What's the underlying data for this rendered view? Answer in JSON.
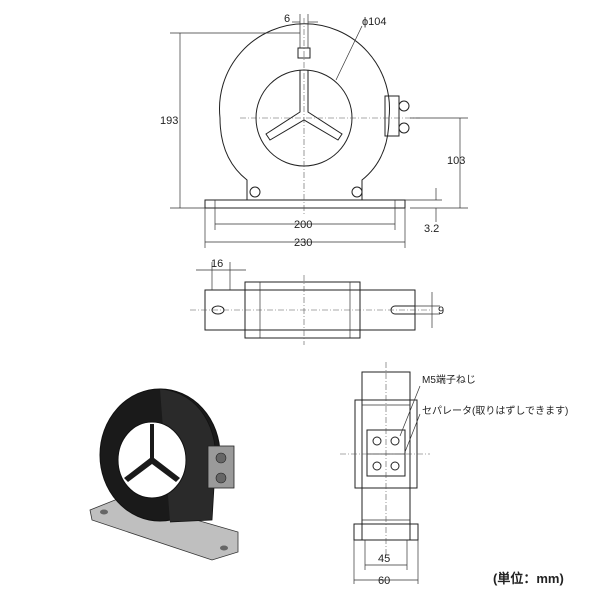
{
  "front_view": {
    "dim_slot_width": "6",
    "dim_window_diameter": "ϕ104",
    "dim_total_height": "193",
    "dim_center_height": "103",
    "dim_base_thickness": "3.2",
    "dim_hole_pitch": "200",
    "dim_base_length": "230"
  },
  "top_view": {
    "dim_slot_length": "16",
    "dim_slot_width": "9"
  },
  "side_view": {
    "label_terminal_screw": "M5端子ねじ",
    "label_separator": "セパレータ(取りはずしできます)",
    "dim_mount_width": "45",
    "dim_overall_width": "60"
  },
  "unit_note": "(単位：mm)",
  "colors": {
    "line": "#222222",
    "body": "#1a1a1a",
    "base": "#bfbfbf"
  }
}
